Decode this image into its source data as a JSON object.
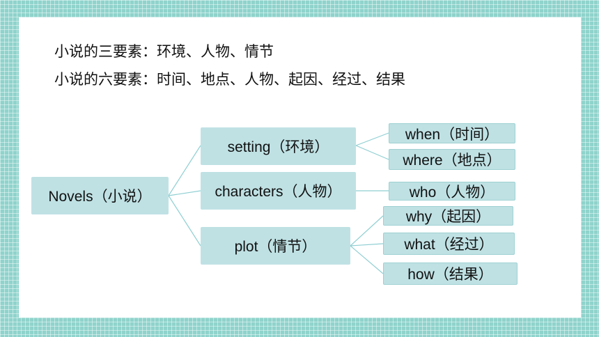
{
  "headings": {
    "three_elements": "小说的三要素：环境、人物、情节",
    "six_elements": "小说的六要素：时间、地点、人物、起因、经过、结果"
  },
  "mindmap": {
    "root": "Novels（小说）",
    "branches": [
      {
        "label": "setting（环境）",
        "leaves": [
          "when（时间）",
          "where（地点）"
        ]
      },
      {
        "label": "characters（人物）",
        "leaves": [
          "who（人物）"
        ]
      },
      {
        "label": "plot（情节）",
        "leaves": [
          "why（起因）",
          "what（经过）",
          "how（结果）"
        ]
      }
    ]
  },
  "colors": {
    "node_fill": "#bfe1e4",
    "connector": "#8fcfd2",
    "frame": "#8fd3cc"
  }
}
